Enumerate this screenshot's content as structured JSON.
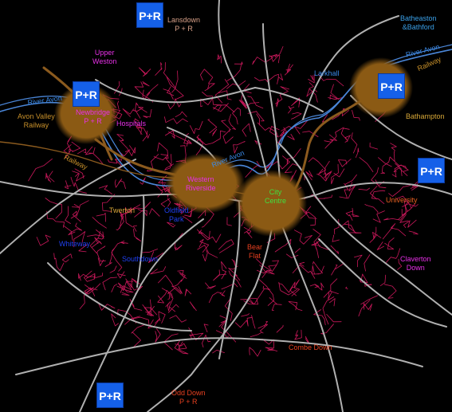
{
  "colors": {
    "background": "#000000",
    "major_road": "#b0b0b0",
    "minor_road": "#c8185a",
    "river": "#4a86d8",
    "railway": "#8b5a1e",
    "hotspot": "#8b5a14",
    "park_ride": "#1560e8"
  },
  "park_and_ride": [
    {
      "label": "P+R",
      "icon": "park-and-ride-sign"
    },
    {
      "label": "P+R",
      "icon": "park-and-ride-sign"
    },
    {
      "label": "P+R",
      "icon": "park-and-ride-sign"
    },
    {
      "label": "P+R",
      "icon": "park-and-ride-sign"
    },
    {
      "label": "P+R",
      "icon": "park-and-ride-sign"
    }
  ],
  "labels": {
    "lansdown": "Lansdown\nP + R",
    "batheaston": "Batheaston\n&Bathford",
    "upper_weston": "Upper\nWeston",
    "river_avon_west": "River Avon",
    "river_avon_east": "River Avon",
    "river_avon_centre": "River Avon",
    "larkhall": "Larkhall",
    "avon_valley_railway": "Avon Valley\nRailway",
    "newbridge": "Newbridge\nP + R",
    "hospitals": "Hospitals",
    "bathampton": "Bathampton",
    "railway_west": "Railway",
    "railway_east": "Railway",
    "western_riverside": "Western\nRiverside",
    "city_centre": "City\nCentre",
    "twerton": "Twerton",
    "oldfield_park": "Oldfield\nPark",
    "university": "University",
    "whiteway": "Whiteway",
    "southdown": "Southdown",
    "bear_flat": "Bear\nFlat",
    "claverton_down": "Claverton\nDown",
    "combe_down": "Combe Down",
    "odd_down": "Odd Down\nP + R"
  }
}
